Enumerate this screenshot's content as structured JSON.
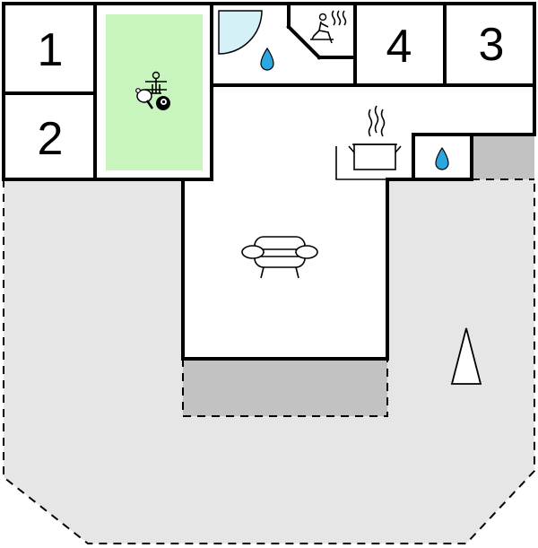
{
  "rooms": [
    {
      "id": "bedroom-1",
      "label": "1"
    },
    {
      "id": "bedroom-2",
      "label": "2"
    },
    {
      "id": "bedroom-3",
      "label": "3"
    },
    {
      "id": "bedroom-4",
      "label": "4"
    }
  ],
  "icons": {
    "game_room": "game-room-icon",
    "shower": "shower-icon",
    "sauna": "sauna-icon",
    "kitchen": "kitchen-pot-icon",
    "bathroom": "water-drop-icon",
    "living_room": "sofa-icon",
    "north_arrow": "north-arrow-icon"
  },
  "colors": {
    "game_room_fill": "#c8f5be",
    "shower_fill": "#d4f1f8",
    "water_drop": "#2aa7e0",
    "terrace_fill": "#e6e6e6",
    "covered_fill": "#c2c2c2",
    "wall": "#000000"
  }
}
